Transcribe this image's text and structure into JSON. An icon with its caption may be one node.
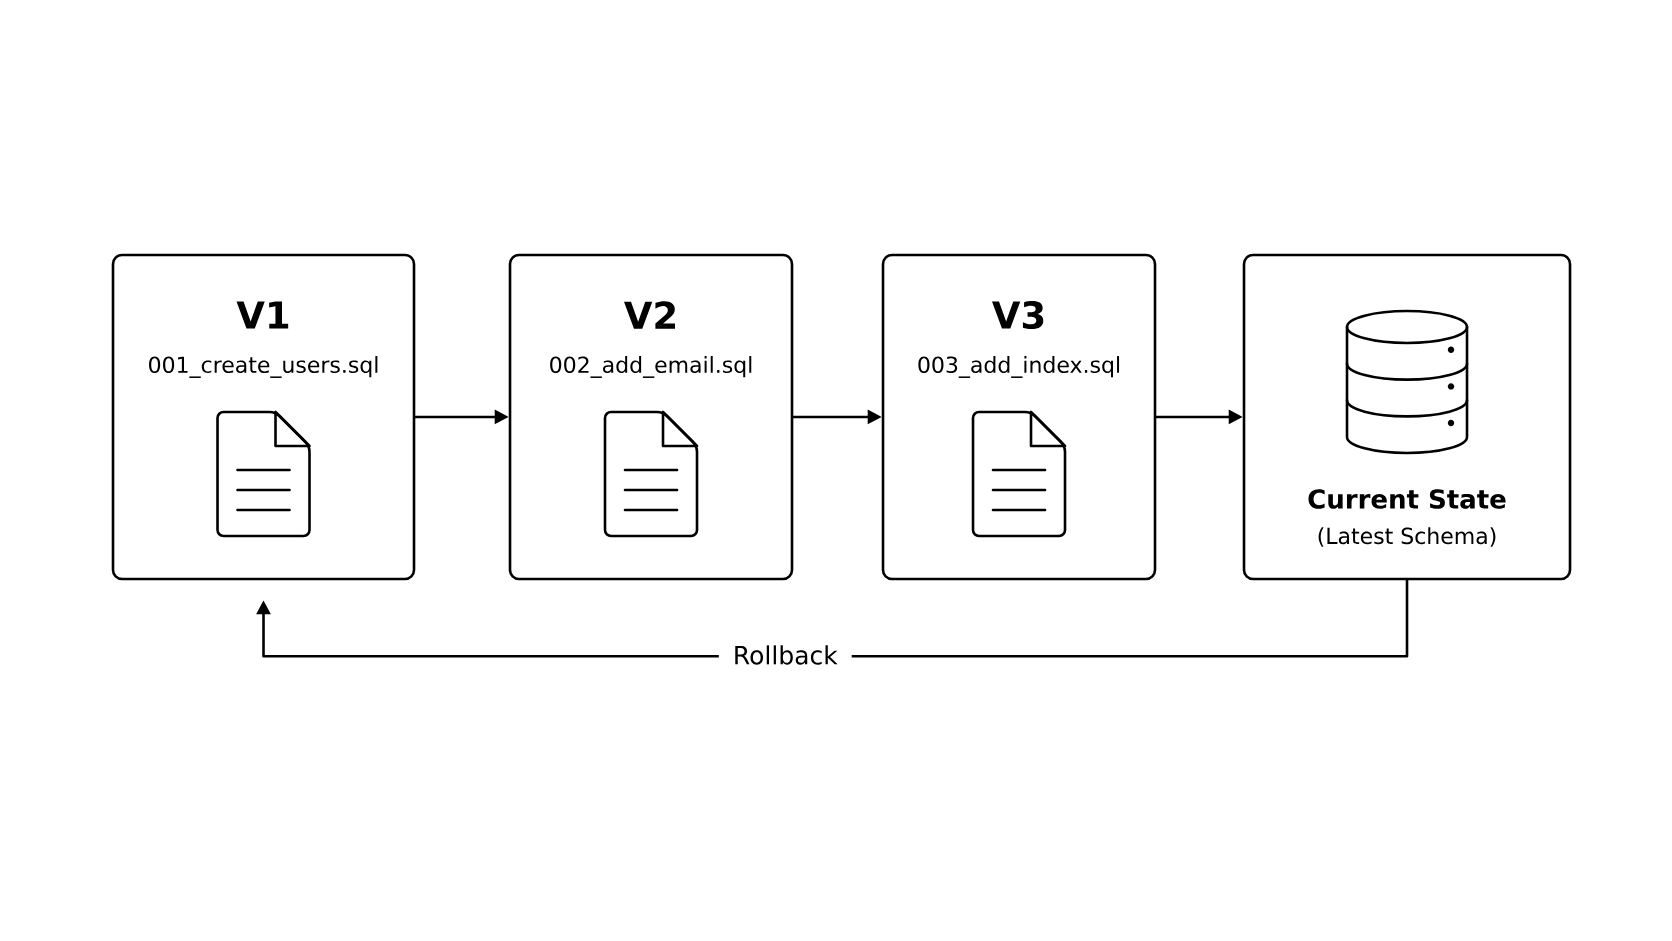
{
  "diagram": {
    "nodes": [
      {
        "text": [
          "V1",
          "001_create_users.sql"
        ]
      },
      {
        "text": [
          "V2",
          "002_add_email.sql"
        ]
      },
      {
        "text": [
          "V3",
          "003_add_index.sql"
        ]
      },
      {
        "text": [
          "Current State",
          "(Latest Schema)"
        ]
      }
    ],
    "edges": [
      {
        "from": 0,
        "to": 1,
        "arrow": "to"
      },
      {
        "from": 1,
        "to": 2,
        "arrow": "to"
      },
      {
        "from": 2,
        "to": 3,
        "arrow": "to"
      },
      {
        "from": 3,
        "to": 0,
        "arrow": "to",
        "label": "Rollback"
      }
    ]
  }
}
